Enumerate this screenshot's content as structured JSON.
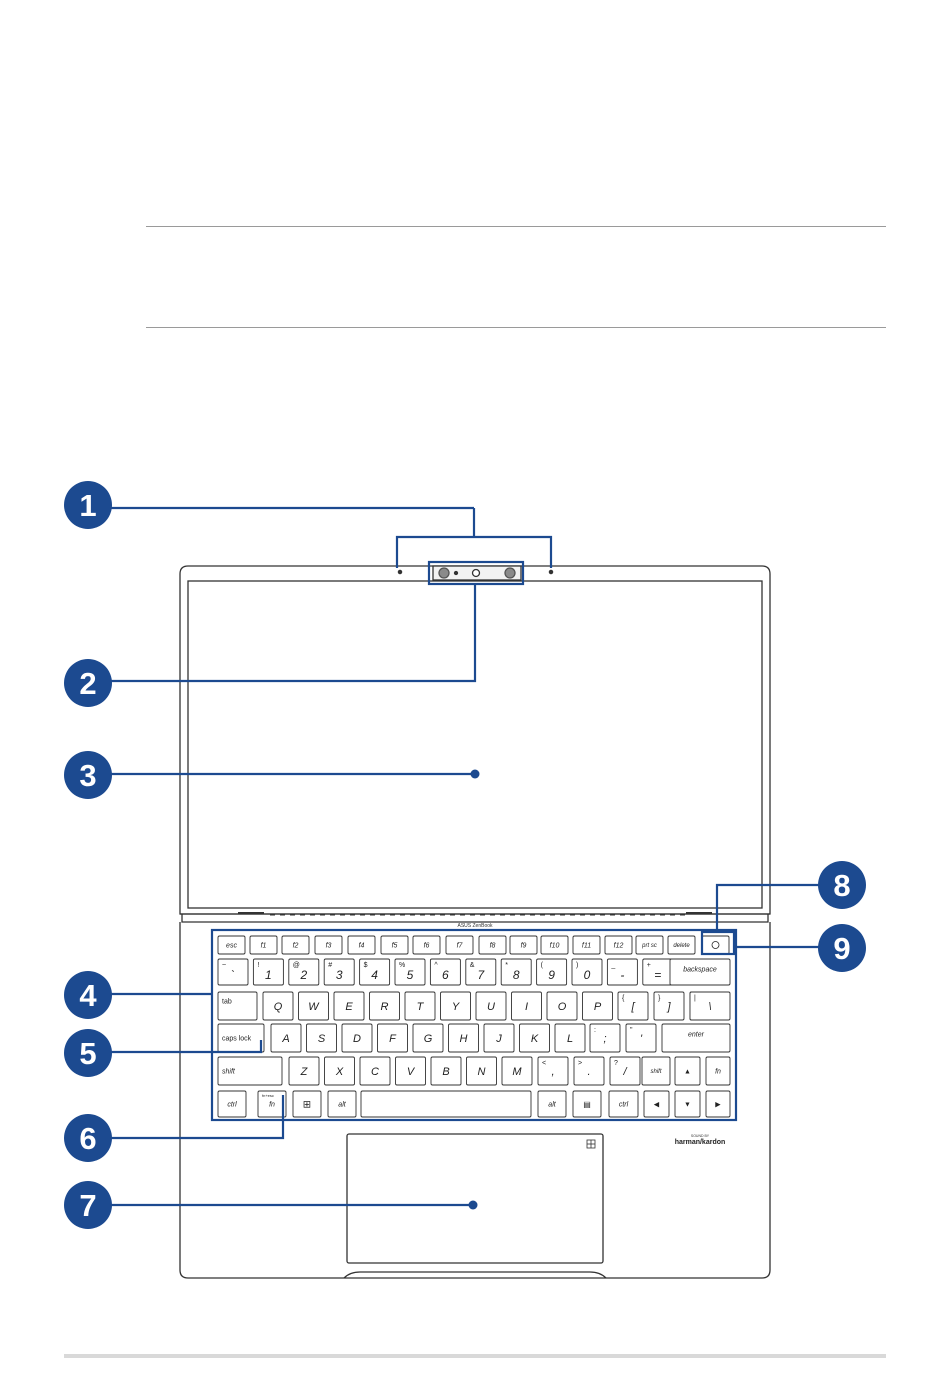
{
  "brand_label": "ASUS ZenBook",
  "speaker_brand": {
    "line1": "SOUND BY",
    "line2": "harman/kardon"
  },
  "callouts": [
    "1",
    "2",
    "3",
    "4",
    "5",
    "6",
    "7",
    "8",
    "9"
  ],
  "colors": {
    "callout": "#1c4a90",
    "line": "#1c4a90",
    "outline": "#333333",
    "rule": "#9a9a9a"
  },
  "keyboard": {
    "fn_row": [
      "esc",
      "f1",
      "f2",
      "f3",
      "f4",
      "f5",
      "f6",
      "f7",
      "f8",
      "f9",
      "f10",
      "f11",
      "f12",
      "prt sc",
      "delete"
    ],
    "num_row": [
      [
        "~",
        "`"
      ],
      [
        "!",
        "1"
      ],
      [
        "@",
        "2"
      ],
      [
        "#",
        "3"
      ],
      [
        "$",
        "4"
      ],
      [
        "%",
        "5"
      ],
      [
        "^",
        "6"
      ],
      [
        "&",
        "7"
      ],
      [
        "*",
        "8"
      ],
      [
        "(",
        "9"
      ],
      [
        ")",
        "0"
      ],
      [
        "_",
        "-"
      ],
      [
        "+",
        "="
      ]
    ],
    "backspace": "backspace",
    "tab": "tab",
    "qwerty_row": [
      "Q",
      "W",
      "E",
      "R",
      "T",
      "Y",
      "U",
      "I",
      "O",
      "P"
    ],
    "qwerty_extra": [
      [
        "{",
        "["
      ],
      [
        "}",
        "]"
      ],
      [
        "|",
        "\\"
      ]
    ],
    "caps": "caps lock",
    "home_row": [
      "A",
      "S",
      "D",
      "F",
      "G",
      "H",
      "J",
      "K",
      "L"
    ],
    "home_extra": [
      [
        ":",
        ";"
      ],
      [
        "\"",
        "'"
      ]
    ],
    "enter": "enter",
    "shift": "shift",
    "bottom_letters": [
      "Z",
      "X",
      "C",
      "V",
      "B",
      "N",
      "M"
    ],
    "bottom_extra": [
      [
        "<",
        ","
      ],
      [
        ">",
        "."
      ],
      [
        "?",
        "/"
      ]
    ],
    "fn": "fn",
    "ctrl": "ctrl",
    "alt": "alt",
    "fn_lock_hint": "fn+esc"
  }
}
